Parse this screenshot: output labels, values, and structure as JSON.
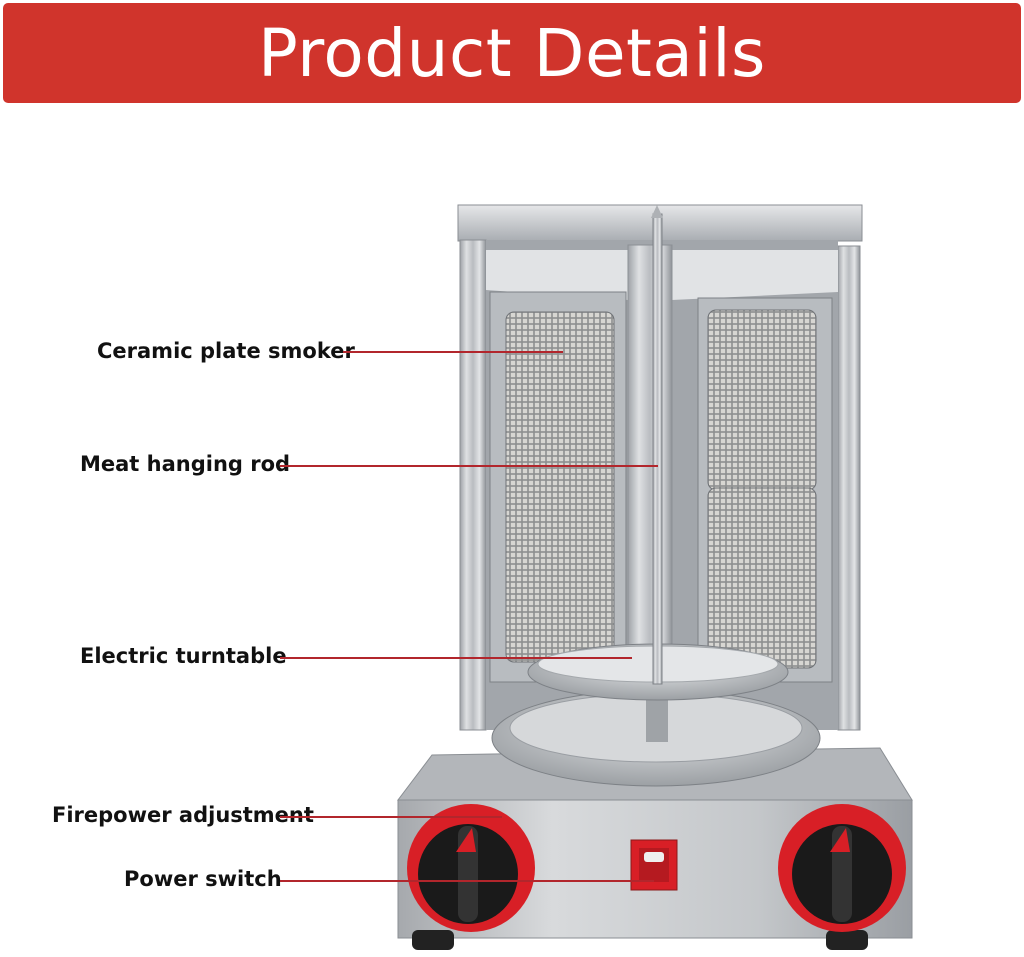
{
  "header": {
    "title": "Product Details",
    "background_color": "#d0342c"
  },
  "callouts": [
    {
      "label": "Ceramic plate smoker"
    },
    {
      "label": "Meat hanging rod"
    },
    {
      "label": "Electric turntable"
    },
    {
      "label": "Firepower adjustment"
    },
    {
      "label": "Power switch"
    }
  ],
  "colors": {
    "leader_line": "#b2262c",
    "steel": "#c9cbce",
    "knob_red": "#d81f26"
  }
}
